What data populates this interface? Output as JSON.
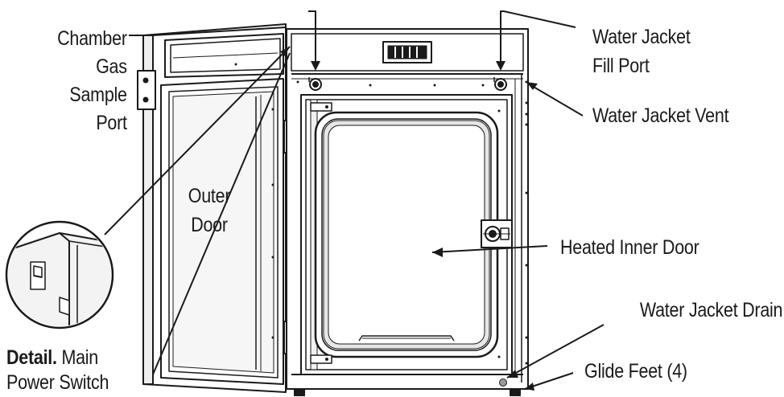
{
  "labels": {
    "chamber_gas_sample_port": [
      "Chamber",
      "Gas",
      "Sample",
      "Port"
    ],
    "water_jacket_fill_port": [
      "Water Jacket",
      "Fill Port"
    ],
    "water_jacket_vent": "Water Jacket Vent",
    "outer_door": [
      "Outer",
      "Door"
    ],
    "heated_inner_door": "Heated Inner Door",
    "water_jacket_drain": "Water Jacket Drain",
    "glide_feet": "Glide Feet (4)",
    "detail_bold": "Detail.",
    "detail_rest": " Main",
    "detail_line2": "Power Switch"
  },
  "colors": {
    "line": "#1a1a1a",
    "fill": "#ffffff",
    "shade": "#e6e6e6",
    "drain": "#9a9a9a"
  }
}
